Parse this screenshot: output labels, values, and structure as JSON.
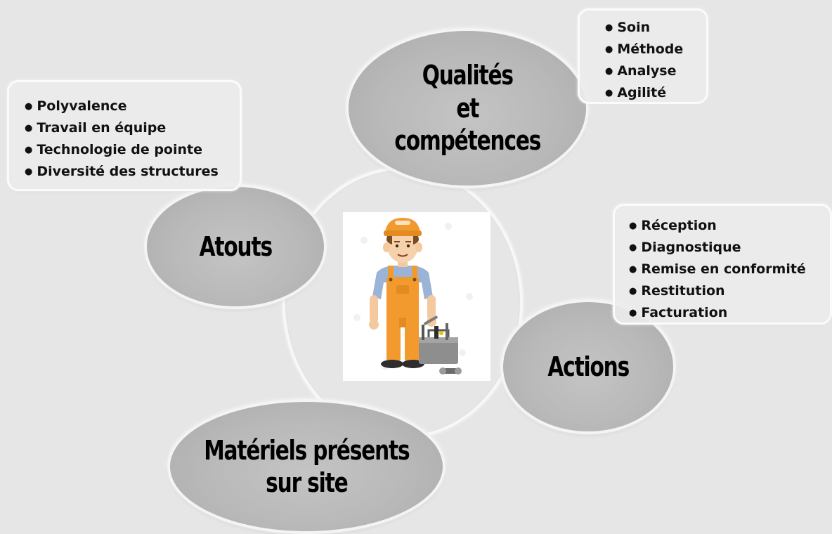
{
  "center": {
    "illustration": "mechanic-with-toolbox-illustration"
  },
  "nodes": {
    "qualites": {
      "line1": "Qualités",
      "line2": "et",
      "line3": "compétences",
      "items": [
        "Soin",
        "Méthode",
        "Analyse",
        "Agilité"
      ]
    },
    "atouts": {
      "label": "Atouts",
      "items": [
        "Polyvalence",
        "Travail en équipe",
        "Technologie de pointe",
        "Diversité des structures"
      ]
    },
    "actions": {
      "label": "Actions",
      "items": [
        "Réception",
        "Diagnostique",
        "Remise en conformité",
        "Restitution",
        "Facturation"
      ]
    },
    "materiels": {
      "line1": "Matériels présents",
      "line2": "sur site"
    }
  },
  "colors": {
    "background": "#e6e6e6",
    "bubble": "#b8b8b8",
    "bubble_border": "#f4f4f4",
    "overalls": "#f29a2e",
    "shirt": "#9ab3d6"
  }
}
